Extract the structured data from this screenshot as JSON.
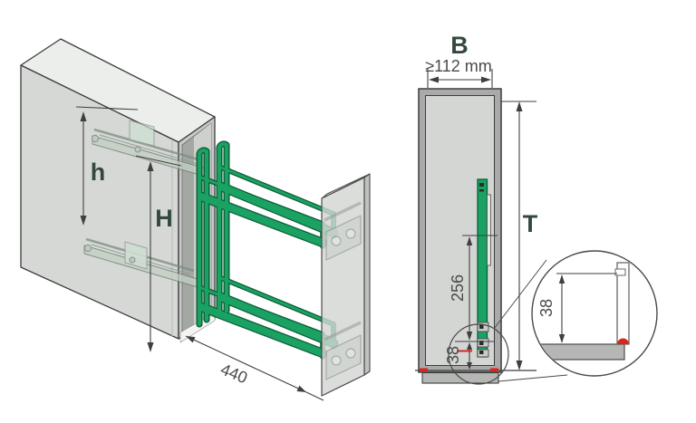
{
  "colors": {
    "green": "#1aa263",
    "green_dark": "#0d5c37",
    "outline": "#3d3d3d",
    "dimension": "#4a4a4a",
    "letter": "#34493e",
    "red_marker": "#d8251d",
    "cabinet_light": "#d6d8d6",
    "cabinet_mid": "#c7c9c7"
  },
  "iso_view": {
    "rail_spacing_label": "h",
    "front_height_label": "H",
    "depth_label": "440"
  },
  "section_view": {
    "width_letter": "B",
    "min_width_label": "≥112 mm",
    "depth_letter": "T",
    "rail_position_label": "256",
    "bottom_gap_label": "38"
  },
  "detail_view": {
    "gap_label": "38"
  }
}
